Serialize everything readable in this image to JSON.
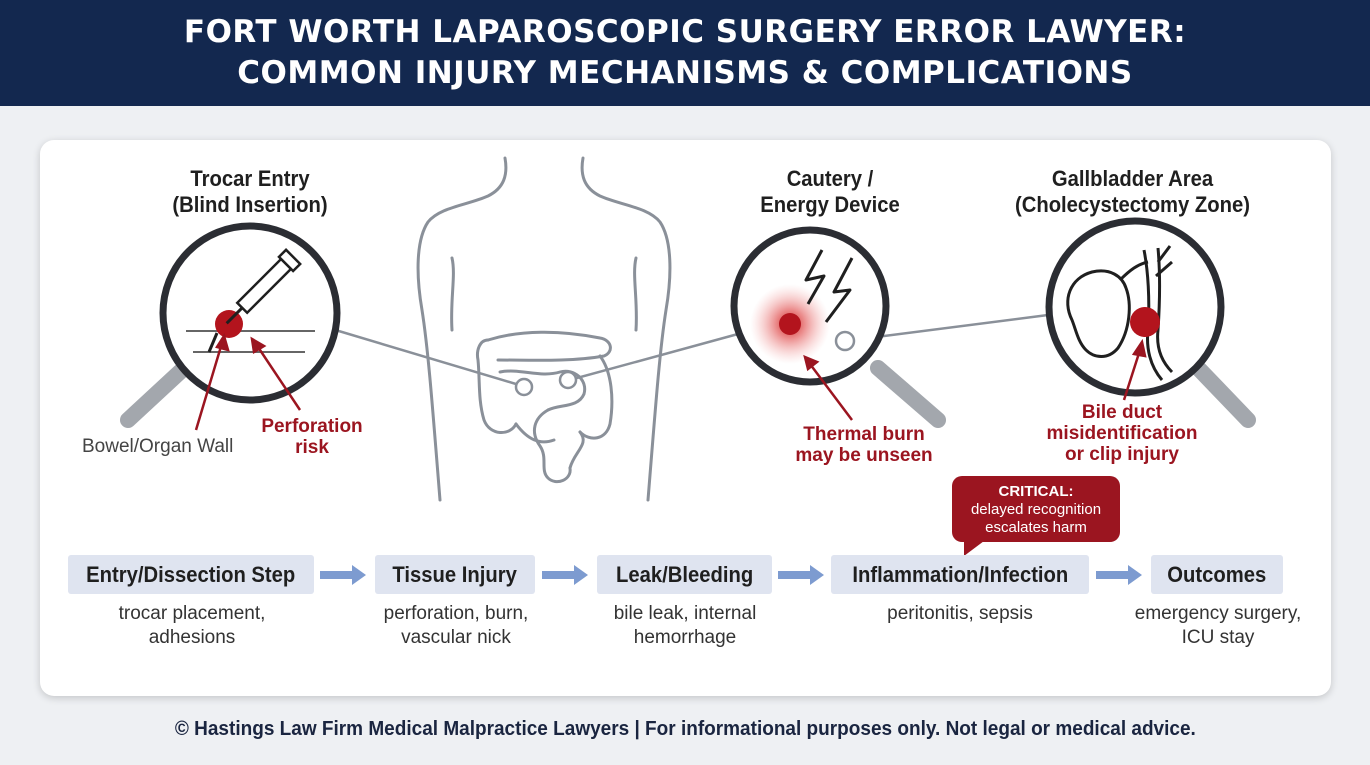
{
  "header": {
    "line1": "FORT WORTH LAPAROSCOPIC SURGERY ERROR LAWYER:",
    "line2": "COMMON INJURY MECHANISMS & COMPLICATIONS"
  },
  "callouts": {
    "trocar": {
      "title_line1": "Trocar Entry",
      "title_line2": "(Blind Insertion)",
      "wall_label": "Bowel/Organ Wall",
      "risk_line1": "Perforation",
      "risk_line2": "risk"
    },
    "cautery": {
      "title_line1": "Cautery /",
      "title_line2": "Energy Device",
      "risk_line1": "Thermal burn",
      "risk_line2": "may be unseen"
    },
    "gallbladder": {
      "title_line1": "Gallbladder Area",
      "title_line2": "(Cholecystectomy Zone)",
      "risk_line1": "Bile duct",
      "risk_line2": "misidentification",
      "risk_line3": "or clip injury"
    }
  },
  "critical": {
    "heading": "CRITICAL:",
    "line1": "delayed recognition",
    "line2": "escalates harm"
  },
  "flow": [
    {
      "label": "Entry/Dissection Step",
      "desc_line1": "trocar placement,",
      "desc_line2": "adhesions"
    },
    {
      "label": "Tissue Injury",
      "desc_line1": "perforation, burn,",
      "desc_line2": "vascular nick"
    },
    {
      "label": "Leak/Bleeding",
      "desc_line1": "bile leak, internal",
      "desc_line2": "hemorrhage"
    },
    {
      "label": "Inflammation/Infection",
      "desc_line1": "peritonitis, sepsis",
      "desc_line2": ""
    },
    {
      "label": "Outcomes",
      "desc_line1": "emergency surgery,",
      "desc_line2": "ICU stay"
    }
  ],
  "footer": "© Hastings Law Firm Medical Malpractice Lawyers | For informational purposes only. Not legal or medical advice.",
  "colors": {
    "navy": "#13284f",
    "accent_red": "#9b1520",
    "step_fill": "#dfe4f0",
    "flow_arrow": "#7d9bd0",
    "outline_grey": "#8a9099"
  }
}
